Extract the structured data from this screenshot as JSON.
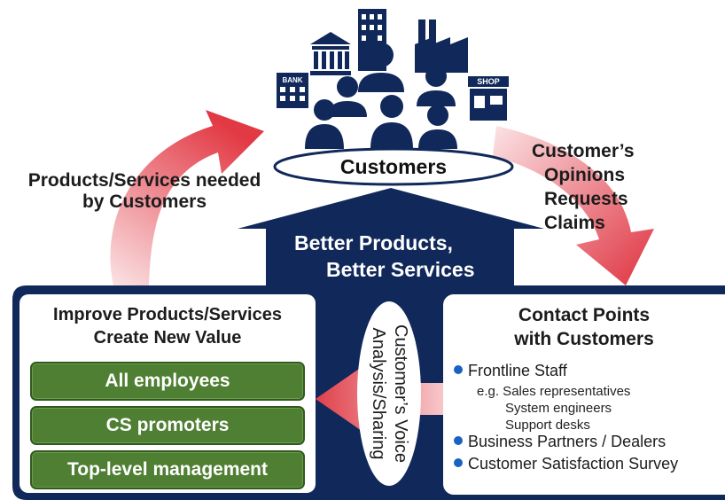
{
  "customers": {
    "label": "Customers"
  },
  "top_left_arrow": {
    "text": "Products/Services needed by Customers"
  },
  "top_right_arrow": {
    "lines": [
      "Customer’s",
      "Opinions",
      "Requests",
      "Claims"
    ]
  },
  "center_arrow": {
    "lines": [
      "Better Products,",
      "Better Services"
    ]
  },
  "left_panel": {
    "title_lines": [
      "Improve Products/Services",
      "Create New Value"
    ],
    "buttons": [
      "All employees",
      "CS promoters",
      "Top-level management"
    ]
  },
  "voice": {
    "lines": [
      "Customer’s Voice",
      "Analysis/Sharing"
    ]
  },
  "right_panel": {
    "title_lines": [
      "Contact Points",
      "with Customers"
    ],
    "bullets": [
      "Frontline Staff",
      "Business Partners / Dealers",
      "Customer Satisfaction Survey"
    ],
    "examples": [
      "e.g. Sales representatives",
      "System engineers",
      "Support desks"
    ]
  },
  "icons": {
    "bank_sign": "BANK",
    "shop_sign": "SHOP",
    "list": [
      "bank-icon",
      "government-building-icon",
      "office-tower-icon",
      "factory-icon",
      "shop-icon",
      "person-icon"
    ]
  },
  "colors": {
    "navy": "#10285a",
    "green": "#4f7f33",
    "red_arrow": "#e0404a",
    "pink_arrow": "#f4b8bd",
    "bullet_blue": "#1a62c2"
  }
}
